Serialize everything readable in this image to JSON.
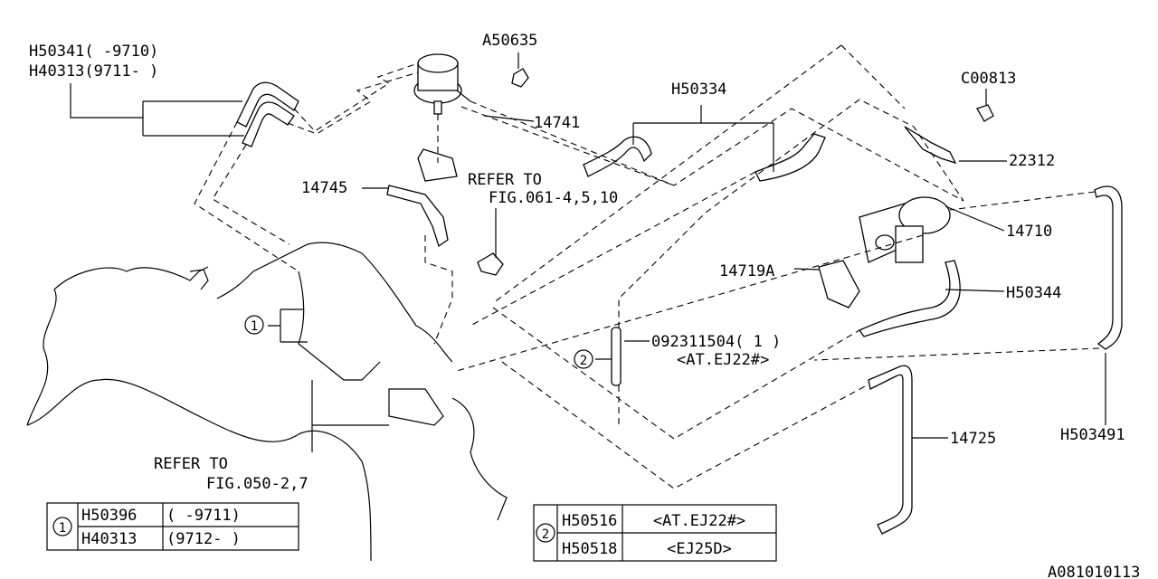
{
  "labels": {
    "h50341": "H50341(     -9710)",
    "h40313": "H40313(9711-     )",
    "a50635": "A50635",
    "h50334": "H50334",
    "c00813": "C00813",
    "p14741": "14741",
    "p22312": "22312",
    "refer_to_1": "REFER TO",
    "fig_061": "FIG.061-4,5,10",
    "p14745": "14745",
    "p14710": "14710",
    "p14719a": "14719A",
    "h50344": "H50344",
    "callout_1": "1",
    "callout_2": "2",
    "p092311504": "092311504( 1 )",
    "at_ej22": "<AT.EJ22#>",
    "p14725": "14725",
    "h503491": "H503491",
    "refer_to_2": "REFER TO",
    "fig_050": "FIG.050-2,7",
    "diagram_id": "A081010113"
  },
  "table1": {
    "callout": "1",
    "rows": [
      {
        "part": "H50396",
        "range": "(      -9711)"
      },
      {
        "part": "H40313",
        "range": "(9712-     )"
      }
    ]
  },
  "table2": {
    "callout": "2",
    "rows": [
      {
        "part": "H50516",
        "spec": "<AT.EJ22#>"
      },
      {
        "part": "H50518",
        "spec": "<EJ25D>"
      }
    ]
  }
}
